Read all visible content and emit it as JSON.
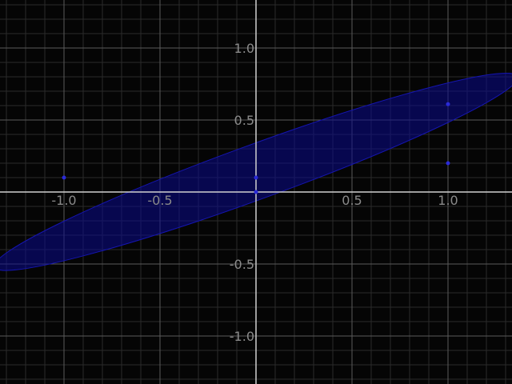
{
  "chart_data": {
    "type": "area",
    "xlim": [
      -1.33,
      1.33
    ],
    "ylim": [
      -1.33,
      1.33
    ],
    "grid": true,
    "minor_grid_step": 0.1,
    "major_grid_step": 0.5,
    "x_ticks": [
      -1.0,
      -0.5,
      0.5,
      1.0
    ],
    "x_tick_labels": [
      "-1.0",
      "-0.5",
      "0.5",
      "1.0"
    ],
    "y_ticks": [
      1.0,
      0.5,
      -0.5,
      -1.0
    ],
    "y_tick_labels": [
      "1.0",
      "0.5",
      "-0.5",
      "-1.0"
    ],
    "region": {
      "shape": "ellipse",
      "center": [
        0,
        0.14
      ],
      "semi_axes": [
        1.45,
        0.19
      ],
      "rotation_deg": 20
    },
    "points": [
      {
        "x": -1.0,
        "y": 0.1
      },
      {
        "x": 0.0,
        "y": 0.1
      },
      {
        "x": 0.0,
        "y": 0.0
      },
      {
        "x": 1.0,
        "y": 0.61
      },
      {
        "x": 1.0,
        "y": 0.2
      }
    ],
    "colors": {
      "background": "#050505",
      "minor_grid": "#2a2a2a",
      "major_grid": "#5a5a5a",
      "axis": "#d0d0d0",
      "region_fill": "#0a0a8c",
      "region_stroke": "#1515b0",
      "point": "#2a2ad8",
      "tick_label": "#8a8a8a"
    }
  }
}
